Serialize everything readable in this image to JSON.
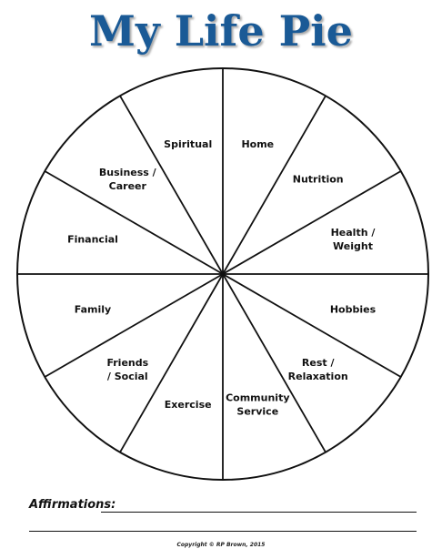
{
  "title": "My Life Pie",
  "pie": {
    "segments": [
      {
        "lines": [
          "Home"
        ]
      },
      {
        "lines": [
          "Nutrition"
        ]
      },
      {
        "lines": [
          "Health /",
          "Weight"
        ]
      },
      {
        "lines": [
          "Hobbies"
        ]
      },
      {
        "lines": [
          "Rest /",
          "Relaxation"
        ]
      },
      {
        "lines": [
          "Community",
          "Service"
        ]
      },
      {
        "lines": [
          "Exercise"
        ]
      },
      {
        "lines": [
          "Friends",
          "/ Social"
        ]
      },
      {
        "lines": [
          "Family"
        ]
      },
      {
        "lines": [
          "Financial"
        ]
      },
      {
        "lines": [
          "Business /",
          "Career"
        ]
      },
      {
        "lines": [
          "Spiritual"
        ]
      }
    ]
  },
  "affirmations_label": "Affirmations:",
  "copyright": "Copyright © RP Brown, 2015"
}
